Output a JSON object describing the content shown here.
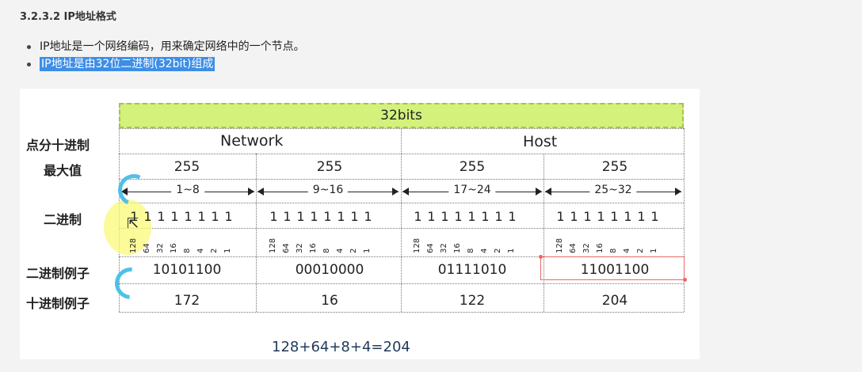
{
  "heading": "3.2.3.2 IP地址格式",
  "bullets": [
    "IP地址是一个网络编码，用来确定网络中的一个节点。",
    "IP地址是由32位二进制(32bit)组成"
  ],
  "figure": {
    "bits_label": "32bits",
    "row_labels": {
      "dotted": "点分十进制",
      "max": "最大值",
      "binary": "二进制",
      "binary_example": "二进制例子",
      "decimal_example": "十进制例子"
    },
    "network": "Network",
    "host": "Host",
    "max_values": [
      "255",
      "255",
      "255",
      "255"
    ],
    "ranges": [
      "1~8",
      "9~16",
      "17~24",
      "25~32"
    ],
    "bits": [
      "1",
      "1",
      "1",
      "1",
      "1",
      "1",
      "1",
      "1"
    ],
    "weights": [
      "128",
      "64",
      "32",
      "16",
      "8",
      "4",
      "2",
      "1"
    ],
    "binary_examples": [
      "10101100",
      "00010000",
      "01111010",
      "11001100"
    ],
    "decimal_examples": [
      "172",
      "16",
      "122",
      "204"
    ],
    "formula": "128+64+8+4=204"
  }
}
